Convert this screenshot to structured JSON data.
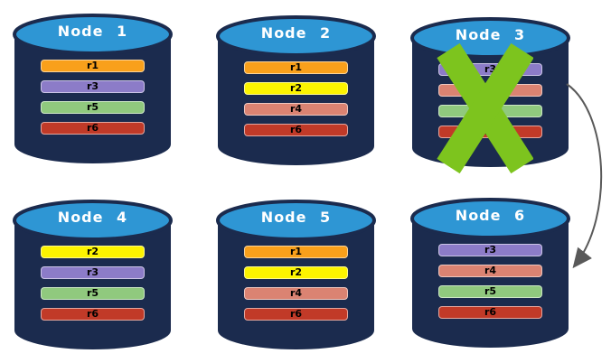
{
  "palette": {
    "cylinder_body": "#1B2B4E",
    "cylinder_top": "#2E96D4",
    "node_title_color": "#FFFFFF",
    "bar_label_color": "#000000",
    "failure_x_color": "#7DC41E",
    "arrow_color": "#595959"
  },
  "replica_colors": {
    "r1": "#F9A01B",
    "r2": "#FCF400",
    "r3": "#8C7CC8",
    "r4": "#DB8372",
    "r5": "#90C97E",
    "r6": "#C13A28"
  },
  "nodes": [
    {
      "title": "Node 1",
      "failed": false,
      "replicas": [
        "r1",
        "r3",
        "r5",
        "r6"
      ]
    },
    {
      "title": "Node 2",
      "failed": false,
      "replicas": [
        "r1",
        "r2",
        "r4",
        "r6"
      ]
    },
    {
      "title": "Node 3",
      "failed": true,
      "replicas": [
        "r3",
        "r4",
        "r5",
        "r6"
      ]
    },
    {
      "title": "Node 4",
      "failed": false,
      "replicas": [
        "r2",
        "r3",
        "r5",
        "r6"
      ]
    },
    {
      "title": "Node 5",
      "failed": false,
      "replicas": [
        "r1",
        "r2",
        "r4",
        "r6"
      ]
    },
    {
      "title": "Node 6",
      "failed": false,
      "replicas": [
        "r3",
        "r4",
        "r5",
        "r6"
      ]
    }
  ],
  "arrow": {
    "from": "Node 3",
    "to": "Node 6"
  }
}
